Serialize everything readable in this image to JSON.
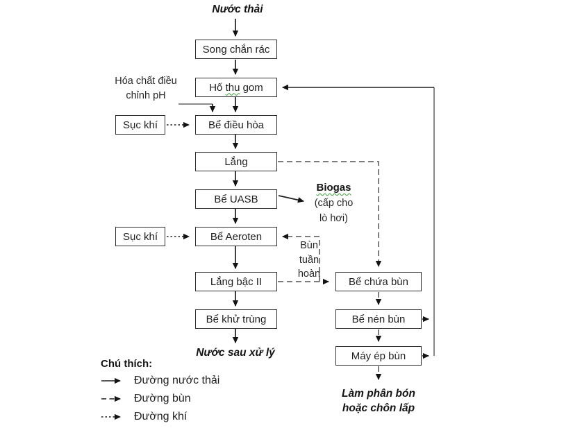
{
  "nodes": {
    "influent": "Nước thải",
    "bar_screen": "Song chắn rác",
    "collection_pit_pre": "Hố ",
    "collection_pit_word": "thu",
    "collection_pit_post": " gom",
    "equalization_tank": "Bể điều hòa",
    "settling_tank": "Lắng",
    "uasb_tank": "Bể UASB",
    "aeroten_tank": "Bể Aeroten",
    "secondary_settling_tank": "Lắng bậc II",
    "disinfection_tank": "Bể khử trùng",
    "effluent": "Nước sau xử lý",
    "sludge_storage_tank": "Bể chứa bùn",
    "sludge_thickener_tank": "Bể nén bùn",
    "sludge_press": "Máy ép bùn",
    "disposal_line1": "Làm phân bón",
    "disposal_line2": "hoặc chôn lấp"
  },
  "annotations": {
    "chemical_line1": "Hóa chất điều",
    "chemical_line2": "chỉnh pH",
    "aeration_label_1": "Sục khí",
    "aeration_label_2": "Sục khí",
    "biogas_title": "Biogas",
    "biogas_note1": "(cấp cho",
    "biogas_note2": "lò hơi)",
    "recirculation_line1": "Bùn",
    "recirculation_line2": "tuần",
    "recirculation_line3": "hoàn"
  },
  "legend": {
    "title": "Chú thích:",
    "items": [
      {
        "style": "solid",
        "label": "Đường nước thải"
      },
      {
        "style": "dashed",
        "label": "Đường bùn"
      },
      {
        "style": "dotted",
        "label": "Đường khí"
      }
    ]
  },
  "colors": {
    "ink": "#1f1f1f",
    "box_border": "#2e2e2e",
    "gray_line": "#7a7a7a",
    "sludge_dash": "#696969",
    "spellcheck_green": "#3a9a3a"
  }
}
